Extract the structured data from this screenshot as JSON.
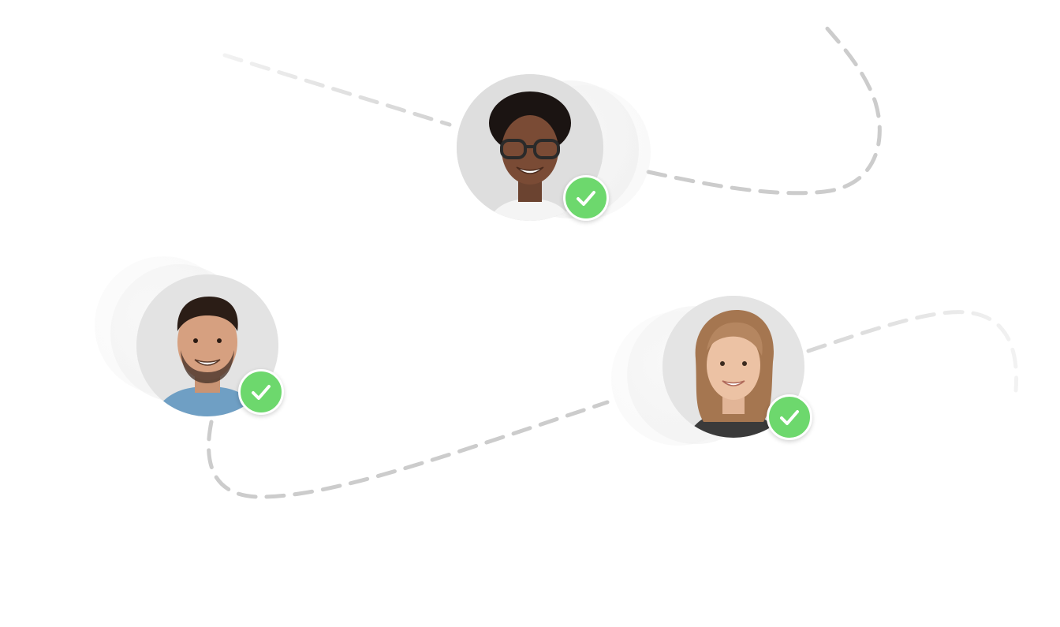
{
  "people": [
    {
      "id": "top",
      "verified": true,
      "status_color": "#6dd86d",
      "icon": "check-icon"
    },
    {
      "id": "left",
      "verified": true,
      "status_color": "#6dd86d",
      "icon": "check-icon"
    },
    {
      "id": "right",
      "verified": true,
      "status_color": "#6dd86d",
      "icon": "check-icon"
    }
  ],
  "colors": {
    "path": "#cccccc",
    "path_faded": "#e6e6e6",
    "check_bg": "#6dd86d",
    "check_mark": "#ffffff",
    "avatar_bg": "#e2e2e2"
  }
}
